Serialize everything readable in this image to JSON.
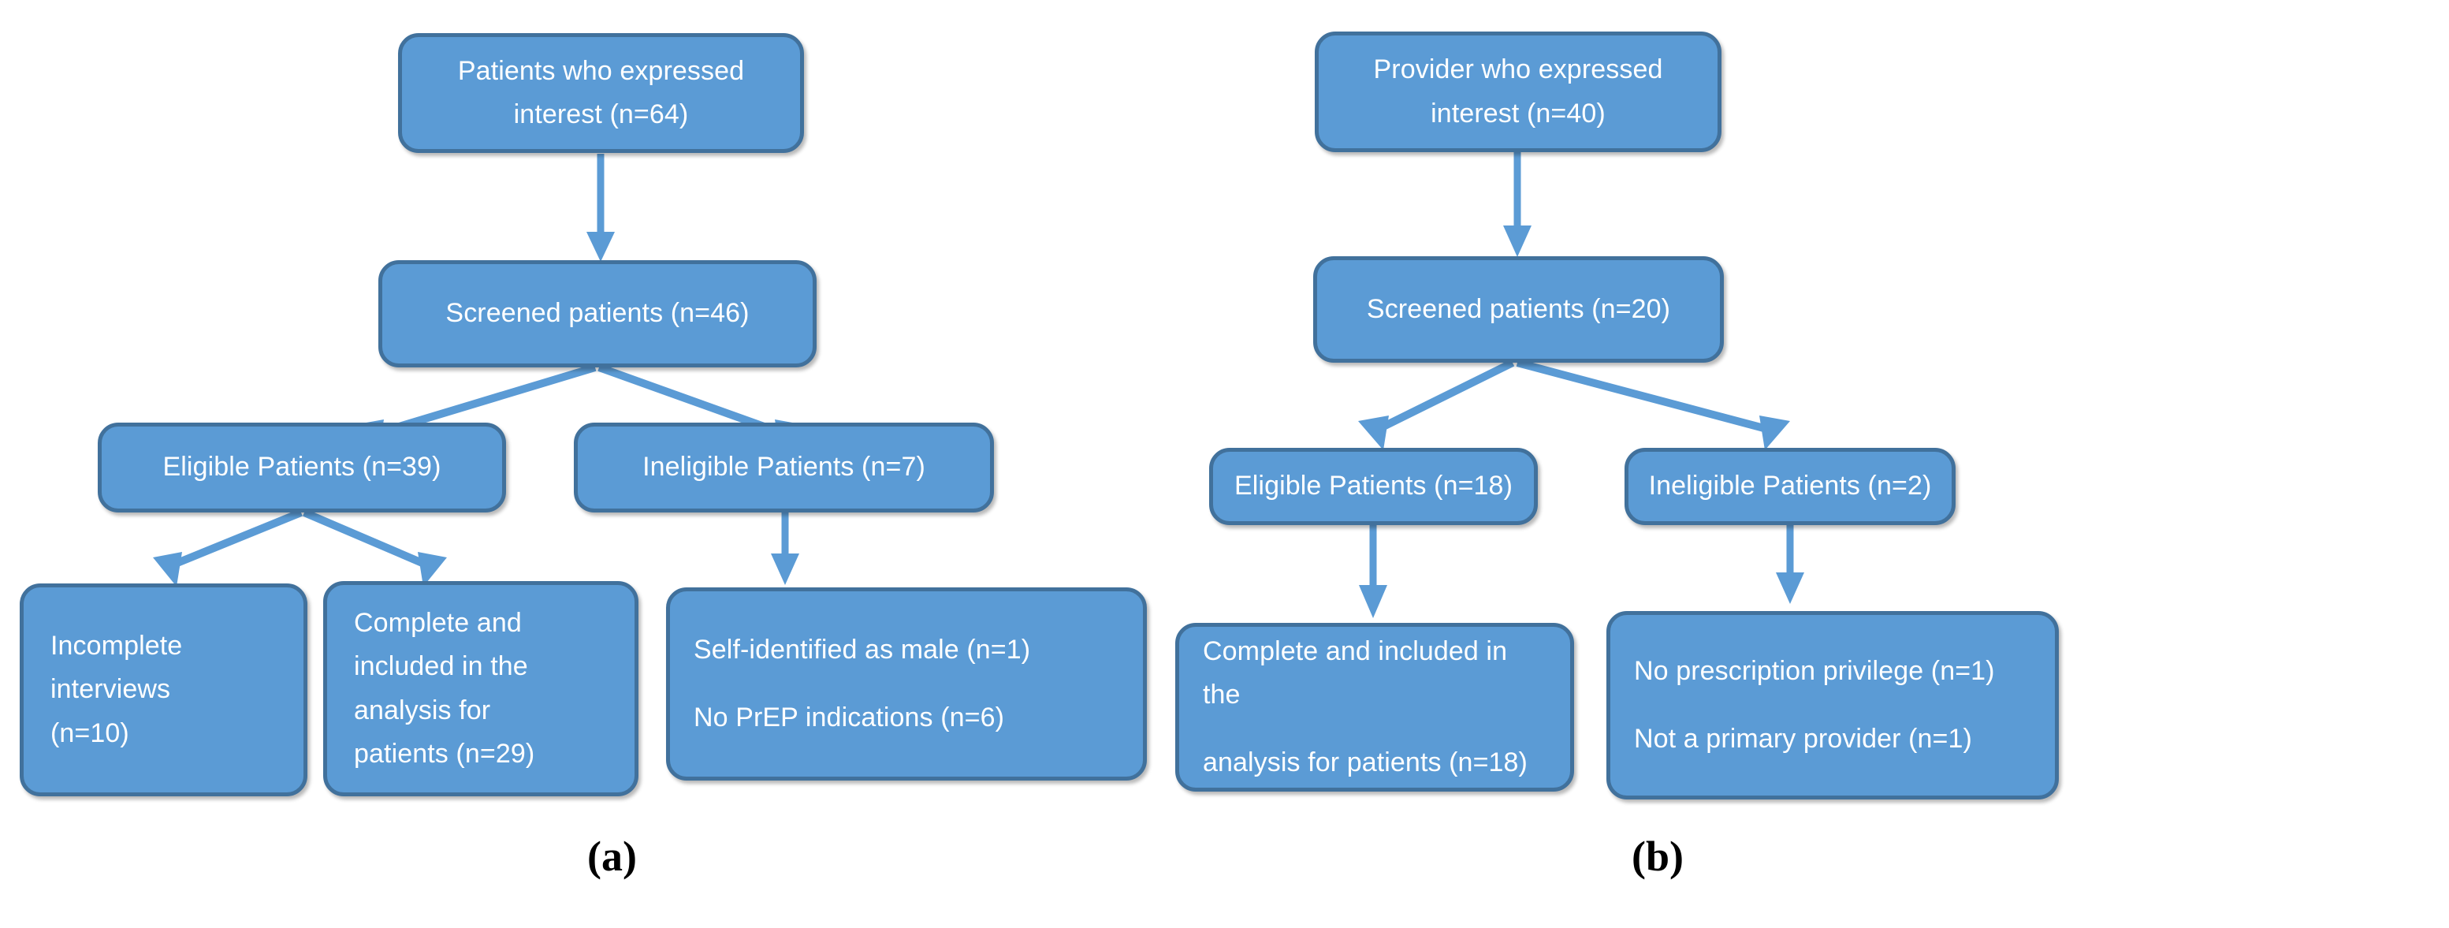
{
  "figure": {
    "type": "flowchart",
    "background_color": "#FFFFFF",
    "node_fill_color": "#5B9BD5",
    "node_border_color": "#41719C",
    "node_text_color": "#FFFFFF",
    "connector_color": "#5B9BD5",
    "caption_color": "#000000"
  },
  "panels": [
    {
      "id": "a",
      "caption": "(a)",
      "nodes": {
        "interest": {
          "line1": "Patients who expressed",
          "line2": "interest (n=64)"
        },
        "screened": {
          "line1": "Screened patients (n=46)"
        },
        "eligible": {
          "line1": "Eligible Patients (n=39)"
        },
        "ineligible": {
          "line1": "Ineligible Patients (n=7)"
        },
        "incomplete": {
          "line1": "Incomplete",
          "line2": "interviews",
          "line3": "(n=10)"
        },
        "complete": {
          "line1": "Complete and",
          "line2": "included in the",
          "line3": "analysis for",
          "line4": "patients (n=29)"
        },
        "reasons": {
          "line1": "Self-identified as male (n=1)",
          "line2": "No PrEP indications (n=6)"
        }
      }
    },
    {
      "id": "b",
      "caption": "(b)",
      "nodes": {
        "interest": {
          "line1": "Provider who expressed",
          "line2": "interest (n=40)"
        },
        "screened": {
          "line1": "Screened patients (n=20)"
        },
        "eligible": {
          "line1": "Eligible Patients (n=18)"
        },
        "ineligible": {
          "line1": "Ineligible Patients (n=2)"
        },
        "complete": {
          "line1": "Complete and included in the",
          "line2": "analysis for patients (n=18)"
        },
        "reasons": {
          "line1": "No prescription privilege (n=1)",
          "line2": "Not a primary provider (n=1)"
        }
      }
    }
  ]
}
